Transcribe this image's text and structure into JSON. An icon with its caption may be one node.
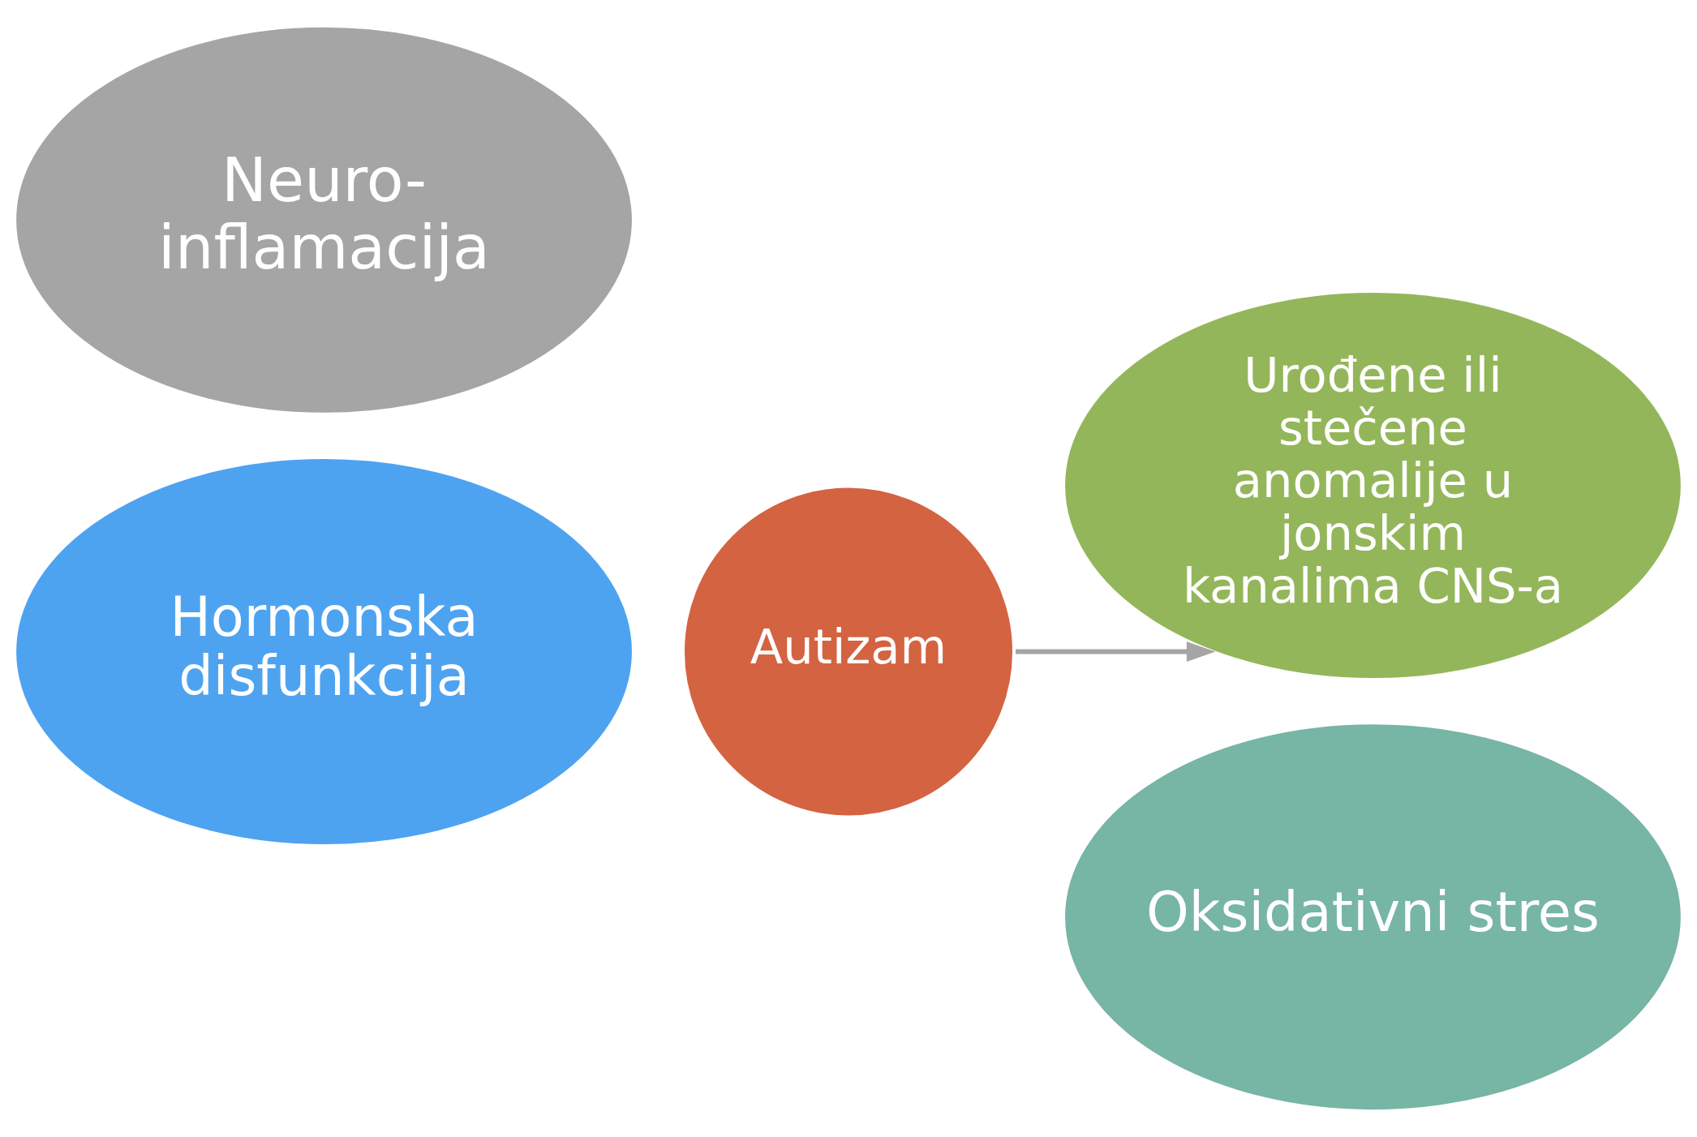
{
  "diagram": {
    "nodes": [
      {
        "text": [
          "Neuro- inflamacija"
        ]
      },
      {
        "text": [
          "Urođene ili stečene anomalije u jonskim kanalima CNS-a"
        ]
      },
      {
        "text": [
          "Autizam"
        ]
      },
      {
        "text": [
          "Hormonska disfunkcija"
        ]
      },
      {
        "text": [
          "Oksidativni stres"
        ]
      }
    ],
    "edges": [
      {
        "from": 2,
        "to": 1,
        "arrow": "to"
      }
    ]
  }
}
